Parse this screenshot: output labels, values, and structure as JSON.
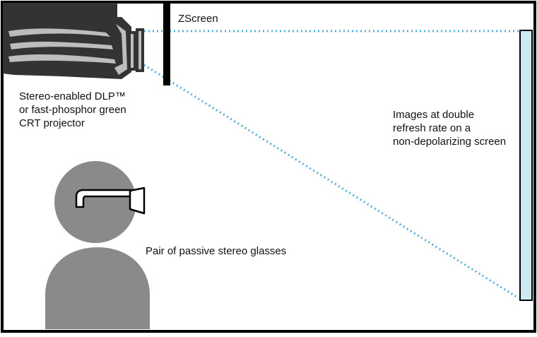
{
  "labels": {
    "zscreen": "ZScreen",
    "projector": [
      "Stereo-enabled DLP™",
      "or fast-phosphor green",
      "CRT projector"
    ],
    "images": [
      "Images at double",
      "refresh rate on a",
      "non-depolarizing screen"
    ],
    "glasses": "Pair of passive stereo glasses"
  },
  "colors": {
    "frame": "#000000",
    "projector_body": "#333333",
    "projector_highlight": "#bdbdbd",
    "person": "#8a8a8a",
    "beam": "#55aedd",
    "screen_fill": "#cfe8f2"
  }
}
